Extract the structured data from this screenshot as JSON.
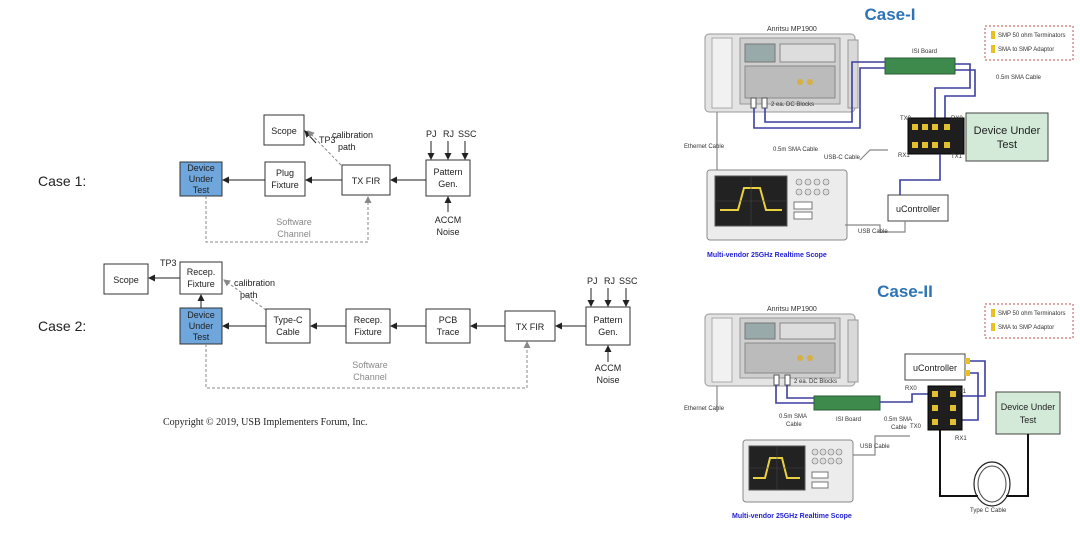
{
  "left": {
    "case1_label": "Case 1:",
    "case2_label": "Case 2:",
    "copyright": "Copyright © 2019, USB Implementers Forum, Inc.",
    "scope": "Scope",
    "tp3p": "TP3'",
    "tp3": "TP3",
    "calib": [
      "calibration",
      "path"
    ],
    "dut": [
      "Device",
      "Under",
      "Test"
    ],
    "plug_fixture": [
      "Plug",
      "Fixture"
    ],
    "tx_fir": "TX FIR",
    "pattern_gen": [
      "Pattern",
      "Gen."
    ],
    "pj": "PJ",
    "rj": "RJ",
    "ssc": "SSC",
    "accm": [
      "ACCM",
      "Noise"
    ],
    "software_channel": [
      "Software",
      "Channel"
    ],
    "recep_fixture": [
      "Recep.",
      "Fixture"
    ],
    "typec_cable": [
      "Type-C",
      "Cable"
    ],
    "pcb_trace": [
      "PCB",
      "Trace"
    ]
  },
  "right": {
    "case1_title": "Case-I",
    "case2_title": "Case-II",
    "anritsu": "Anritsu MP1900",
    "isi_board": "ISI Board",
    "legend1": "SMP 50 ohm Terminators",
    "legend2": "SMA to SMP Adaptor",
    "sma_cable_05": "0.5m SMA Cable",
    "dc_blocks": "2 ea. DC Blocks",
    "ethernet": "Ethernet Cable",
    "usbc_cable": "USB-C Cable",
    "usb_cable": "USB Cable",
    "ucontroller": "uController",
    "dut": [
      "Device Under",
      "Test"
    ],
    "scope_caption": "Multi-vendor 25GHz Realtime Scope",
    "tx0": "TX0",
    "rx0": "RX0",
    "rx1": "RX1",
    "tx1": "TX1",
    "sma05_split": [
      "0.5m SMA",
      "Cable"
    ],
    "typec_cable": "Type C Cable",
    "colors": {
      "title_blue": "#2e74b5",
      "caption_blue": "#1f1fd1",
      "dut_green": "#d3ead8",
      "cable_blue": "#3b3fa0"
    }
  }
}
